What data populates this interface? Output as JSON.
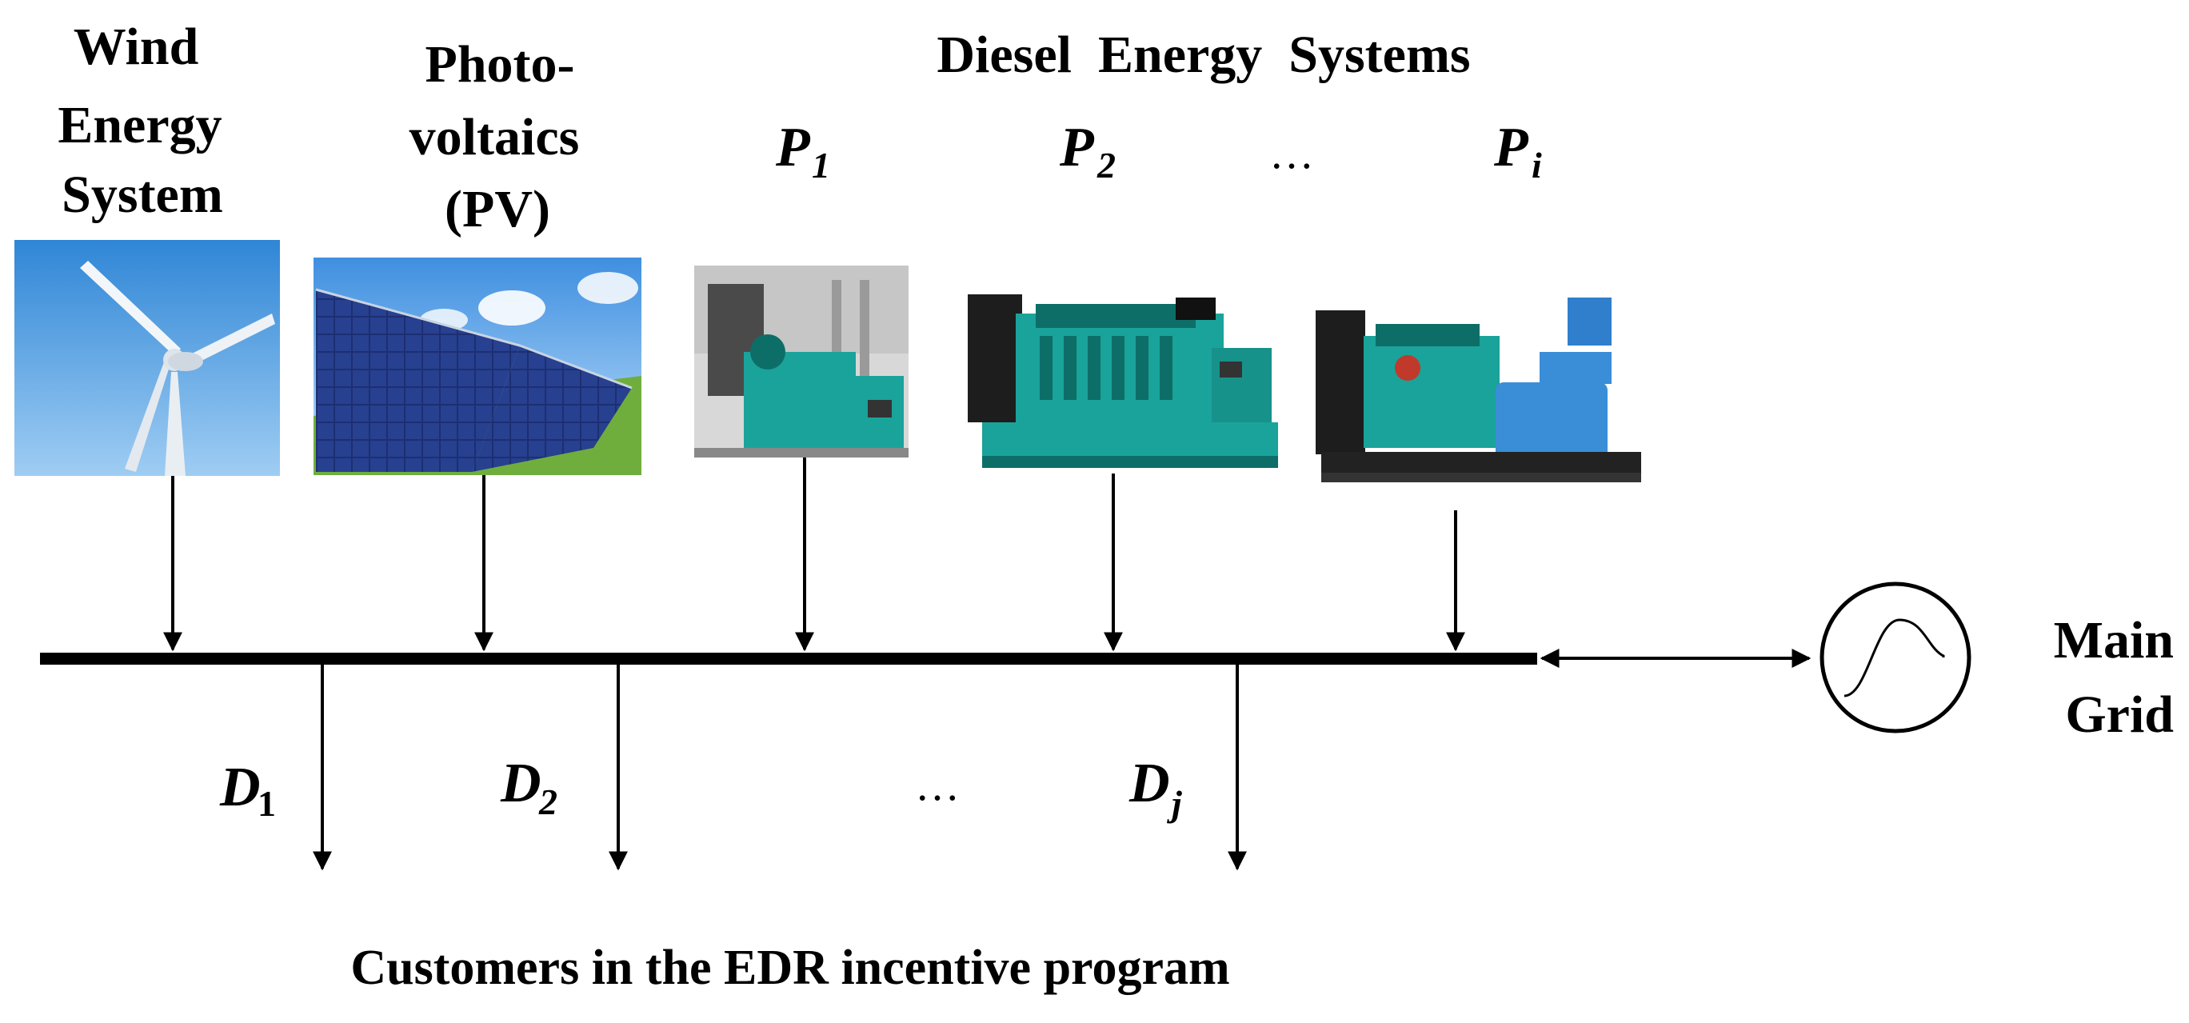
{
  "labels": {
    "wind": [
      "Wind",
      "Energy",
      "System"
    ],
    "pv": [
      "Photo-",
      "voltaics",
      "(PV)"
    ],
    "diesel_title": "Diesel  Energy  Systems",
    "main_grid": [
      "Main",
      "Grid"
    ],
    "customers": "Customers in the EDR incentive program",
    "ellipsis": "…"
  },
  "generators": [
    {
      "symbol": "P",
      "subscript": "1"
    },
    {
      "symbol": "P",
      "subscript": "2"
    },
    {
      "symbol": "P",
      "subscript": "i"
    }
  ],
  "loads": [
    {
      "symbol": "D",
      "subscript": "1"
    },
    {
      "symbol": "D",
      "subscript": "2"
    },
    {
      "symbol": "D",
      "subscript": "j"
    }
  ],
  "colors": {
    "line": "#000000",
    "sky": "#4a9be0",
    "pv_panel": "#1d2f73",
    "grass": "#6fae3c",
    "genset": "#1aa39a",
    "genset_dark": "#0d6e68",
    "alternator": "#3a8ed8",
    "frame": "#222222"
  }
}
